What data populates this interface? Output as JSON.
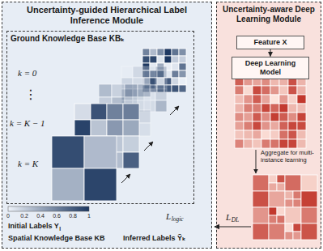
{
  "diagram": {
    "nodes": [
      {
        "text": [
          "Uncertainty-guided Hierarchical Label Inference Module"
        ]
      },
      {
        "text": [
          "Ground Knowledge Base KBₖ"
        ],
        "in": 0
      },
      {
        "text": [
          "Uncertainty-aware Deep Learning Module"
        ]
      },
      {
        "text": [
          "Feature X"
        ],
        "in": 2
      },
      {
        "text": [
          "Deep Learning Model"
        ],
        "in": 2
      }
    ],
    "edges": [
      {
        "from": 3,
        "to": 4,
        "arrow": "to"
      }
    ],
    "labels": [
      "k = 0",
      "⋮",
      "k = K − 1",
      "k = K",
      "0",
      "0.2",
      "0.4",
      "0.6",
      "0.8",
      "1",
      "Initial Labels Y",
      "I",
      "Spatial Knowledge Base KB",
      "Inferred Labels Ỹₖ",
      "L",
      "logic",
      "L",
      "DL",
      "Aggregate for multi-instance learning"
    ]
  }
}
